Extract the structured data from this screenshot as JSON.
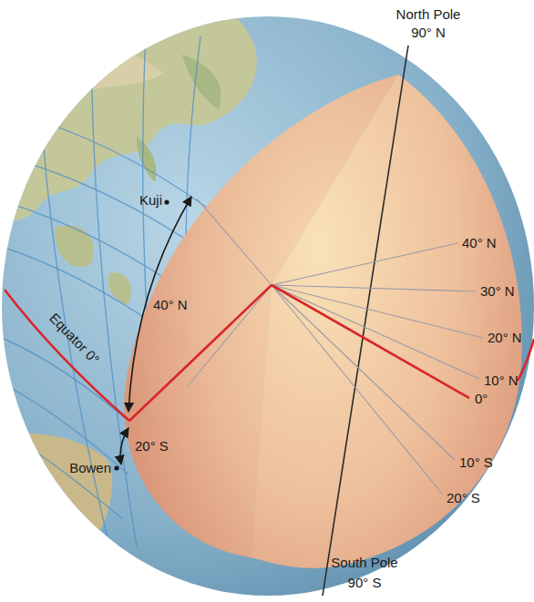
{
  "diagram": {
    "labels": [
      "North Pole",
      "90° N",
      "Kuji",
      "40° N",
      "Equator 0°",
      "20° S",
      "Bowen",
      "40° N",
      "30° N",
      "20° N",
      "10° N",
      "0°",
      "10° S",
      "20° S",
      "South Pole",
      "90° S"
    ]
  }
}
